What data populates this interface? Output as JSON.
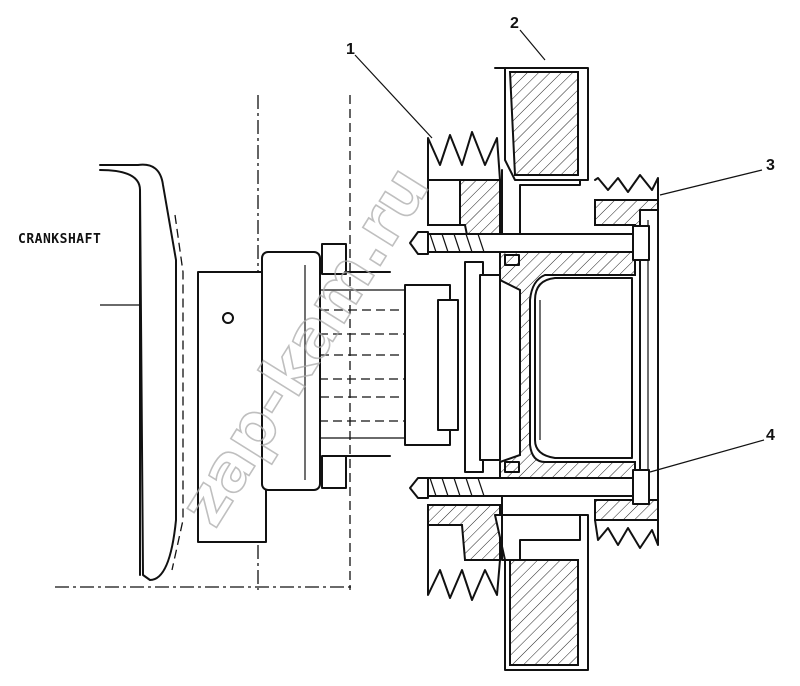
{
  "labels": {
    "crankshaft": "CRANKSHAFT",
    "callout_1": "1",
    "callout_2": "2",
    "callout_3": "3",
    "callout_4": "4"
  },
  "watermark": {
    "text": "zap-kam.ru"
  }
}
